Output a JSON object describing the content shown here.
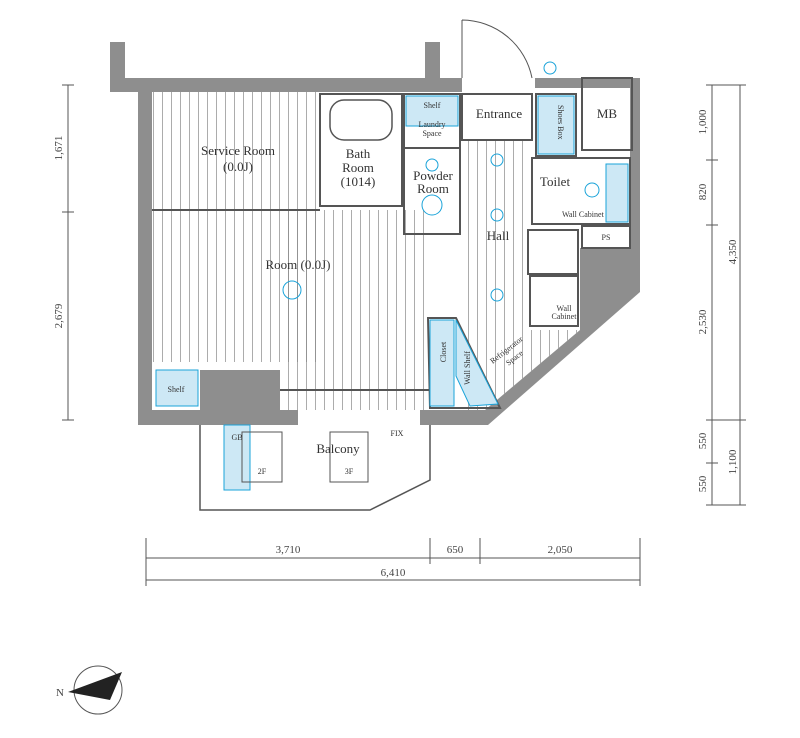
{
  "rooms": {
    "service_room": "Service Room",
    "service_room_size": "(0.0J)",
    "room": "Room (0.0J)",
    "bath_room_1": "Bath",
    "bath_room_2": "Room",
    "bath_room_3": "(1014)",
    "powder_room_1": "Powder",
    "powder_room_2": "Room",
    "entrance": "Entrance",
    "shoes_box": "Shoes Box",
    "mb": "MB",
    "toilet": "Toilet",
    "wall_cabinet_toilet": "Wall Cabinet",
    "ps": "PS",
    "hall": "Hall",
    "closet": "Closet",
    "wall_shelf": "Wall Shelf",
    "refrigerator_1": "Refrigerator",
    "refrigerator_2": "Space",
    "wall_cabinet_kitchen_1": "Wall",
    "wall_cabinet_kitchen_2": "Cabinet",
    "shelf_laundry": "Shelf",
    "laundry_1": "Laundry",
    "laundry_2": "Space",
    "shelf_room": "Shelf",
    "balcony": "Balcony",
    "floor_2f": "2F",
    "floor_3f": "3F",
    "gb": "GB",
    "fix": "FIX"
  },
  "dimensions": {
    "left_top": "1,671",
    "left_bottom": "2,679",
    "right_1": "1,000",
    "right_2": "820",
    "right_3": "2,530",
    "right_4": "550",
    "right_5": "550",
    "right_total": "4,350",
    "right_balcony": "1,100",
    "bottom_1": "3,710",
    "bottom_2": "650",
    "bottom_3": "2,050",
    "bottom_total": "6,410"
  },
  "compass": {
    "north": "N"
  },
  "colors": {
    "wall": "#8e8e8e",
    "fixture": "#1aa3d9",
    "fixture_fill": "#cde8f5",
    "line": "#555555"
  }
}
